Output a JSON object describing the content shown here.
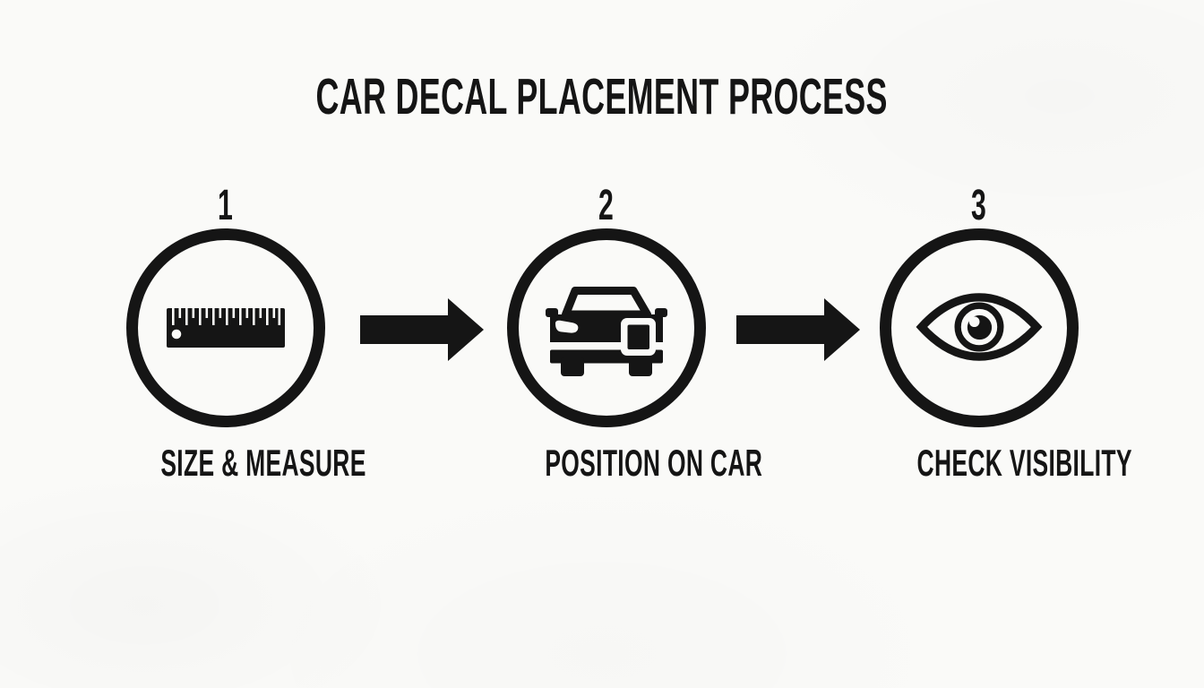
{
  "page": {
    "background_color": "#fafaf8",
    "ink_color": "#151515"
  },
  "title": "CAR DECAL PLACEMENT PROCESS",
  "steps": [
    {
      "number": "1",
      "label": "SIZE & MEASURE",
      "icon": "ruler-icon"
    },
    {
      "number": "2",
      "label": "POSITION ON CAR",
      "icon": "car-with-decal-icon"
    },
    {
      "number": "3",
      "label": "CHECK VISIBILITY",
      "icon": "eye-icon"
    }
  ],
  "connectors": [
    {
      "icon": "arrow-right-icon",
      "from": "1",
      "to": "2"
    },
    {
      "icon": "arrow-right-icon",
      "from": "2",
      "to": "3"
    }
  ]
}
